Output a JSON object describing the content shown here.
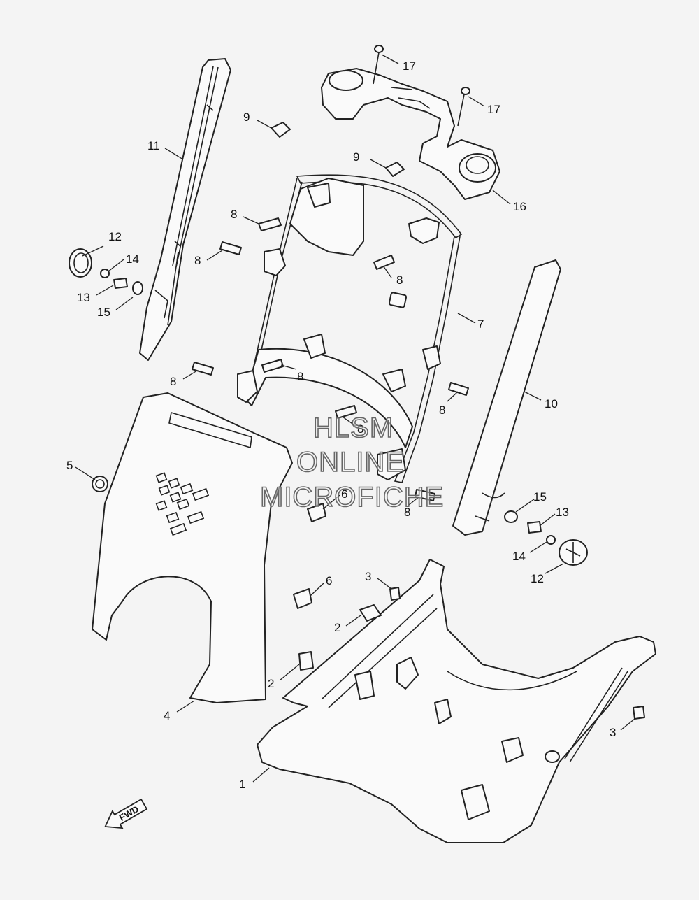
{
  "watermark": {
    "line1": "HLSM",
    "line2": "ONLINE",
    "line3": "MICROFICHE"
  },
  "direction_label": "FWD",
  "callouts": {
    "c1": "1",
    "c2a": "2",
    "c2b": "2",
    "c3a": "3",
    "c3b": "3",
    "c4": "4",
    "c5": "5",
    "c6a": "6",
    "c6b": "6",
    "c7": "7",
    "c8a": "8",
    "c8b": "8",
    "c8c": "8",
    "c8d": "8",
    "c8e": "8",
    "c8f": "8",
    "c8g": "8",
    "c8h": "8",
    "c9a": "9",
    "c9b": "9",
    "c10": "10",
    "c11": "11",
    "c12a": "12",
    "c12b": "12",
    "c13a": "13",
    "c13b": "13",
    "c14a": "14",
    "c14b": "14",
    "c15a": "15",
    "c15b": "15",
    "c16": "16",
    "c17a": "17",
    "c17b": "17"
  }
}
